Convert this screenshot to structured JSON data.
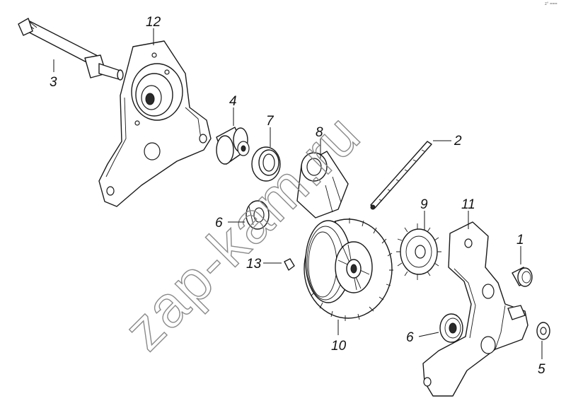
{
  "watermark": "zap-kam.ru",
  "corner_mark": "z° ===",
  "callouts": [
    {
      "id": "p12",
      "label": "12"
    },
    {
      "id": "p3",
      "label": "3"
    },
    {
      "id": "p4",
      "label": "4"
    },
    {
      "id": "p7",
      "label": "7"
    },
    {
      "id": "p8",
      "label": "8"
    },
    {
      "id": "p2",
      "label": "2"
    },
    {
      "id": "p6a",
      "label": "6"
    },
    {
      "id": "p9",
      "label": "9"
    },
    {
      "id": "p11",
      "label": "11"
    },
    {
      "id": "p1",
      "label": "1"
    },
    {
      "id": "p13",
      "label": "13"
    },
    {
      "id": "p10",
      "label": "10"
    },
    {
      "id": "p6b",
      "label": "6"
    },
    {
      "id": "p5",
      "label": "5"
    }
  ]
}
